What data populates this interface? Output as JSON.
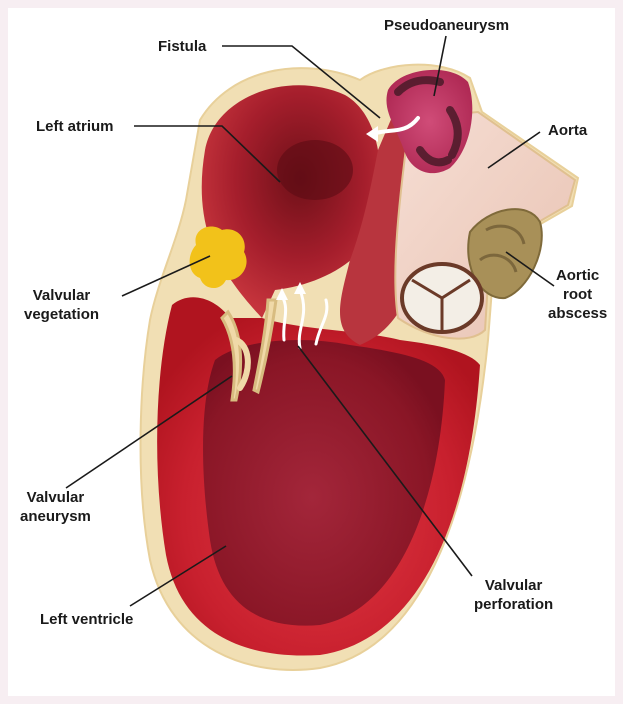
{
  "labels": {
    "fistula": "Fistula",
    "pseudoaneurysm": "Pseudoaneurysm",
    "left_atrium": "Left atrium",
    "aorta": "Aorta",
    "valvular_vegetation": "Valvular\nvegetation",
    "aortic_root_abscess": "Aortic\nroot\nabscess",
    "valvular_aneurysm": "Valvular\naneurysm",
    "left_ventricle": "Left ventricle",
    "valvular_perforation": "Valvular\nperforation"
  },
  "colors": {
    "background": "#f7eef2",
    "myocardium": "#c8202e",
    "cavity": "#9a1c2a",
    "pericardium": "#f1dfb4",
    "vegetation": "#f2c21a",
    "pseudoaneurysm": "#c73b67",
    "aorta": "#f0d2c4"
  }
}
